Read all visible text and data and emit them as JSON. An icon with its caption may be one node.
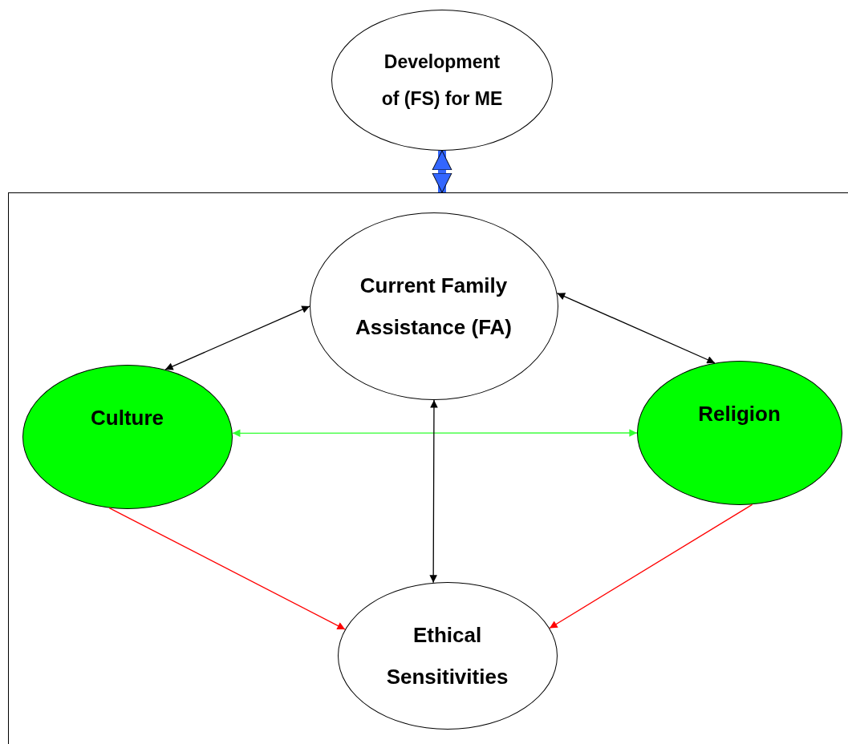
{
  "diagram": {
    "nodes": [
      {
        "text": [
          "Development of (FS) for ME"
        ]
      },
      {
        "text": [],
        "shape": "box"
      },
      {
        "text": [
          "Current Family Assistance (FA)"
        ],
        "in": 1
      },
      {
        "text": [
          "Culture"
        ],
        "in": 1
      },
      {
        "text": [
          "Religion"
        ],
        "in": 1
      },
      {
        "text": [
          "Ethical Sensitivities"
        ],
        "in": 1
      }
    ],
    "edges": [
      {
        "from": 0,
        "to": 1,
        "arrow": "both",
        "style": "thick",
        "color": "#3366ff"
      },
      {
        "from": 2,
        "to": 3,
        "arrow": "both"
      },
      {
        "from": 2,
        "to": 4,
        "arrow": "both"
      },
      {
        "from": 3,
        "to": 4,
        "arrow": "both",
        "color": "#33ff33"
      },
      {
        "from": 2,
        "to": 5,
        "arrow": "both"
      },
      {
        "from": 3,
        "to": 5,
        "arrow": "to",
        "color": "#ff0000"
      },
      {
        "from": 4,
        "to": 5,
        "arrow": "to",
        "color": "#ff0000"
      }
    ]
  }
}
